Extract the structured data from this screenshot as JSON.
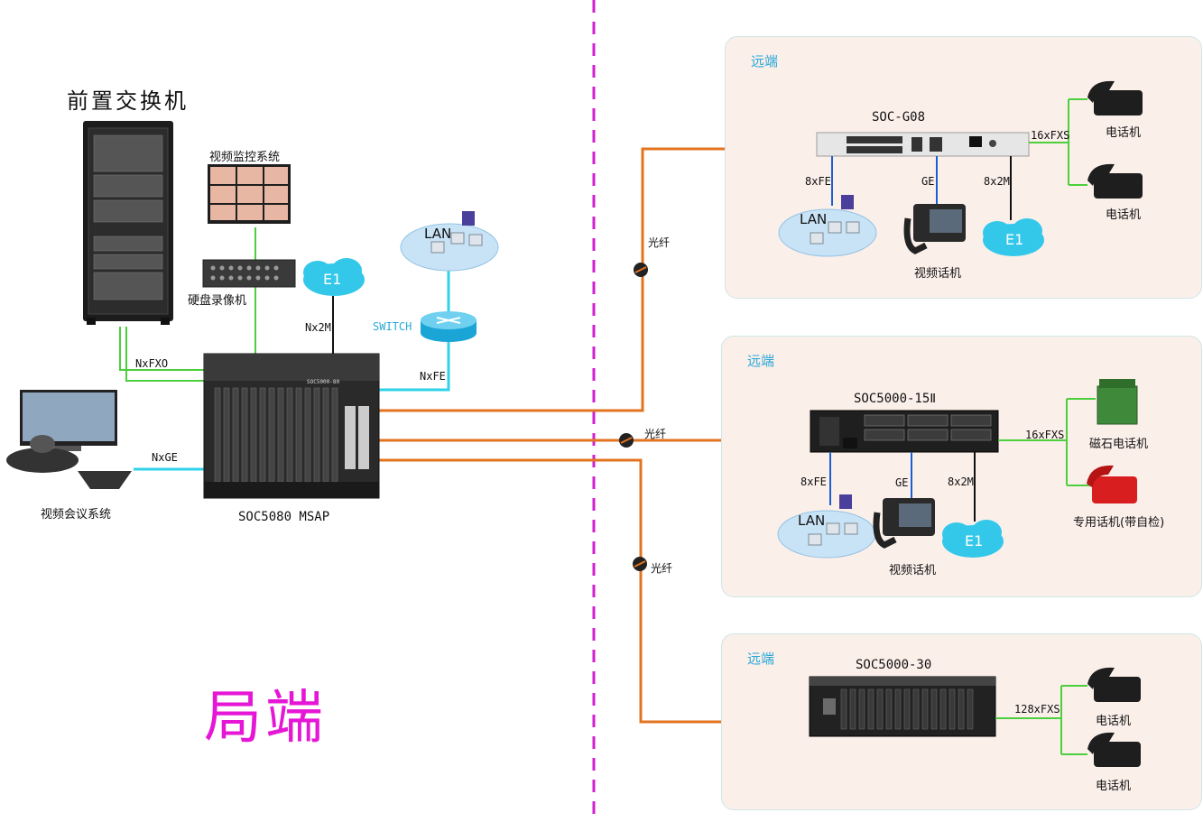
{
  "local": {
    "front_switch_title": "前置交换机",
    "video_monitor_label": "视频监控系统",
    "dvr_label": "硬盘录像机",
    "video_conf_label": "视频会议系统",
    "msap_label": "SOC5080 MSAP",
    "msap_front_text": "SOC5000-80",
    "lan_label": "LAN",
    "switch_label": "SWITCH",
    "e1_label": "E1",
    "link_fxo": "NxFXO",
    "link_2m": "Nx2M",
    "link_fe": "NxFE",
    "link_ge": "NxGE",
    "big_label": "局端",
    "big_label_color": "#e616d6"
  },
  "fiber_label": "光纤",
  "remotes": [
    {
      "title": "远端",
      "device": "SOC-G08",
      "link_fe": "8xFE",
      "link_ge": "GE",
      "link_2m": "8x2M",
      "link_fxs": "16xFXS",
      "lan": "LAN",
      "e1": "E1",
      "videophone": "视频话机",
      "phone1": "电话机",
      "phone2": "电话机"
    },
    {
      "title": "远端",
      "device": "SOC5000-15Ⅱ",
      "link_fe": "8xFE",
      "link_ge": "GE",
      "link_2m": "8x2M",
      "link_fxs": "16xFXS",
      "lan": "LAN",
      "e1": "E1",
      "videophone": "视频话机",
      "phone1": "磁石电话机",
      "phone2": "专用话机(带自检)"
    },
    {
      "title": "远端",
      "device": "SOC5000-30",
      "link_fxs": "128xFXS",
      "phone1": "电话机",
      "phone2": "电话机"
    }
  ],
  "colors": {
    "fiber": "#e2731f",
    "lan_link": "#2fd2e8",
    "green_link": "#4ccf3c",
    "divider": "#d21fcf",
    "panel_title": "#27a8d8"
  }
}
